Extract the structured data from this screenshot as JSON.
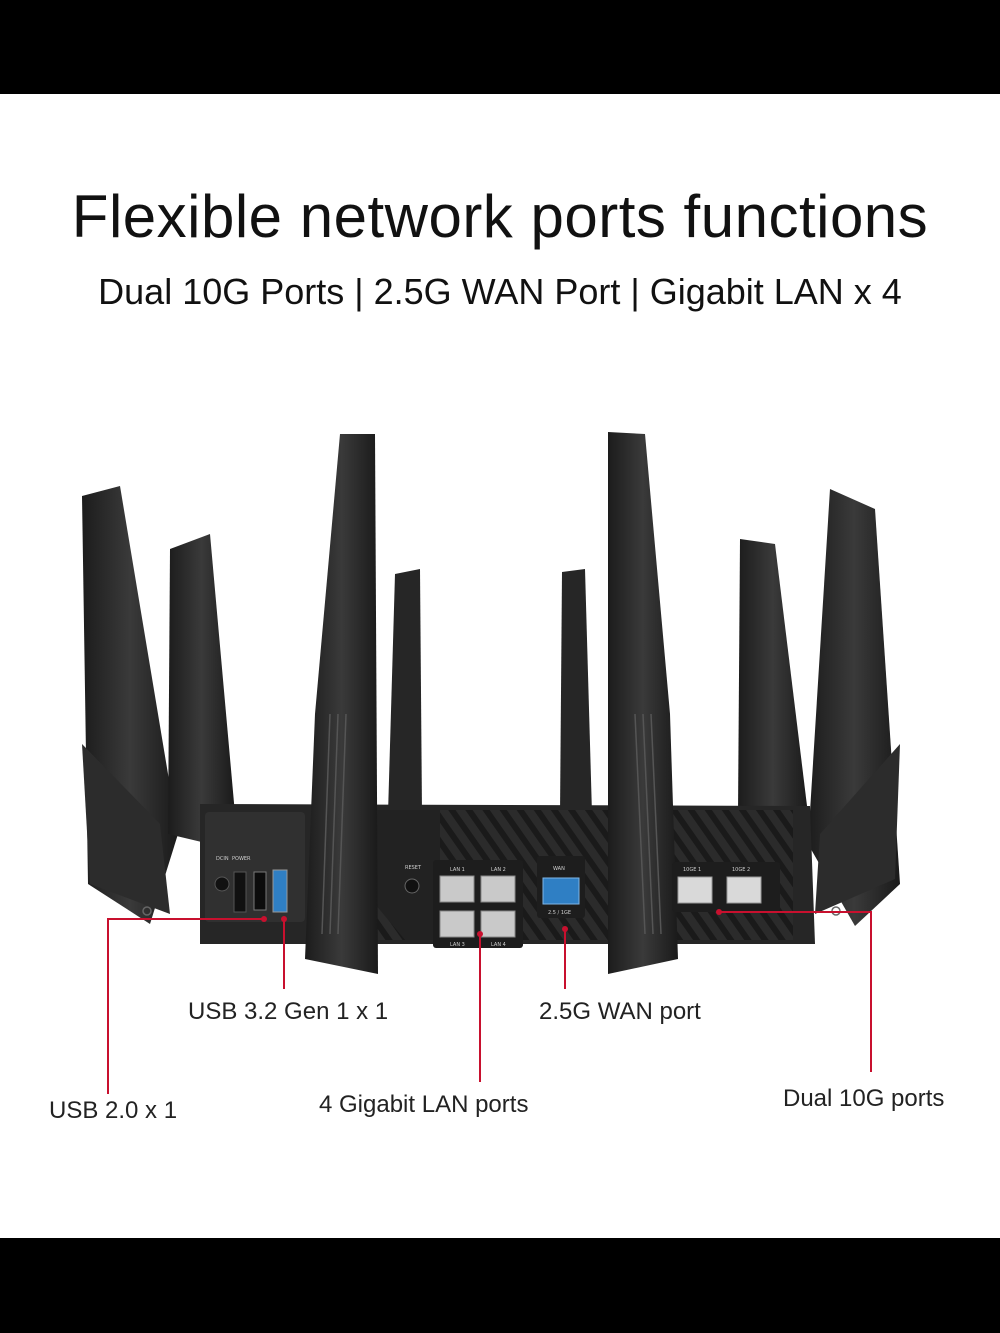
{
  "header": {
    "title": "Flexible network ports functions",
    "subtitle": "Dual 10G Ports | 2.5G WAN Port | Gigabit LAN x 4"
  },
  "callouts": {
    "usb3": "USB 3.2 Gen 1 x 1",
    "wan": "2.5G WAN port",
    "usb2": "USB 2.0 x 1",
    "lan": "4 Gigabit LAN ports",
    "ten_g": "Dual 10G ports"
  },
  "device_labels": {
    "reset": "RESET",
    "lan1": "LAN 1",
    "lan2": "LAN 2",
    "lan3": "LAN 3",
    "lan4": "LAN 4",
    "wan": "WAN",
    "wan_speed": "2.5 / 1GE",
    "tenge1": "10GE 1",
    "tenge2": "10GE 2",
    "power": "POWER",
    "dcin": "DCIN"
  },
  "colors": {
    "leader": "#c8102e",
    "router_body": "#262626",
    "wan_port": "#2f7fc4"
  }
}
